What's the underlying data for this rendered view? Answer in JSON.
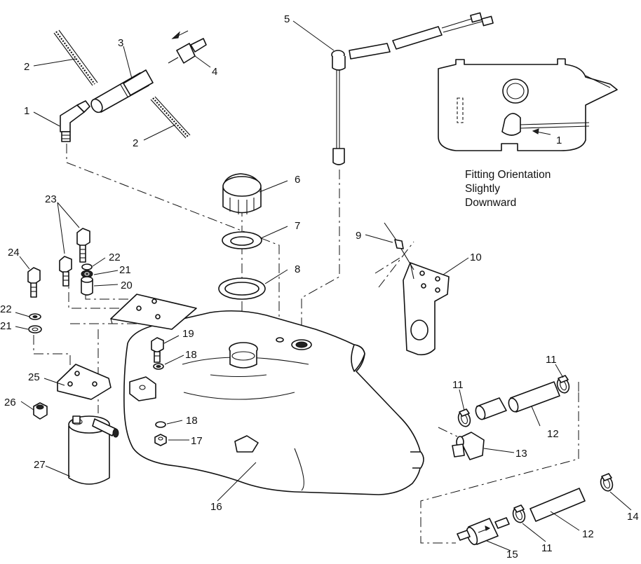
{
  "callouts": [
    {
      "id": "c1",
      "label": "1"
    },
    {
      "id": "c2a",
      "label": "2"
    },
    {
      "id": "c2b",
      "label": "2"
    },
    {
      "id": "c3",
      "label": "3"
    },
    {
      "id": "c4",
      "label": "4"
    },
    {
      "id": "c5",
      "label": "5"
    },
    {
      "id": "c6",
      "label": "6"
    },
    {
      "id": "c7",
      "label": "7"
    },
    {
      "id": "c8",
      "label": "8"
    },
    {
      "id": "c9",
      "label": "9"
    },
    {
      "id": "c10",
      "label": "10"
    },
    {
      "id": "c11a",
      "label": "11"
    },
    {
      "id": "c11b",
      "label": "11"
    },
    {
      "id": "c11c",
      "label": "11"
    },
    {
      "id": "c12a",
      "label": "12"
    },
    {
      "id": "c12b",
      "label": "12"
    },
    {
      "id": "c13",
      "label": "13"
    },
    {
      "id": "c14",
      "label": "14"
    },
    {
      "id": "c15",
      "label": "15"
    },
    {
      "id": "c16",
      "label": "16"
    },
    {
      "id": "c17",
      "label": "17"
    },
    {
      "id": "c18a",
      "label": "18"
    },
    {
      "id": "c18b",
      "label": "18"
    },
    {
      "id": "c19",
      "label": "19"
    },
    {
      "id": "c20",
      "label": "20"
    },
    {
      "id": "c21a",
      "label": "21"
    },
    {
      "id": "c21b",
      "label": "21"
    },
    {
      "id": "c22a",
      "label": "22"
    },
    {
      "id": "c22b",
      "label": "22"
    },
    {
      "id": "c23",
      "label": "23"
    },
    {
      "id": "c24",
      "label": "24"
    },
    {
      "id": "c25",
      "label": "25"
    },
    {
      "id": "c26",
      "label": "26"
    },
    {
      "id": "c27",
      "label": "27"
    },
    {
      "id": "cInset1",
      "label": "1"
    }
  ],
  "inset_note": {
    "line1": "Fitting Orientation",
    "line2": "Slightly",
    "line3": "Downward"
  }
}
